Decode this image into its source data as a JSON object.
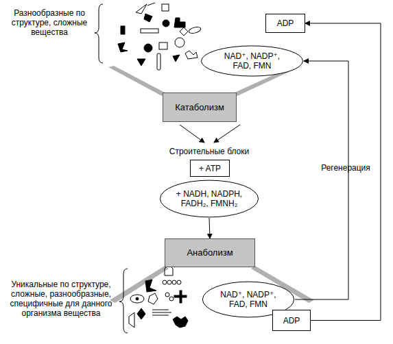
{
  "diagram": {
    "nodes": [
      {
        "text": [
          "ADP"
        ]
      },
      {
        "text": [
          "NAD⁺, NADP⁺, FAD, FMN"
        ]
      },
      {
        "text": [
          "Катаболизм"
        ]
      },
      {
        "text": [
          "+ ATP"
        ]
      },
      {
        "text": [
          "+ NADH, NADPH, FADH₂, FMNH₂"
        ]
      },
      {
        "text": [
          "Анаболизм"
        ]
      },
      {
        "text": [
          "NAD⁺, NADP⁺, FAD, FMN"
        ]
      },
      {
        "text": [
          "ADP"
        ]
      }
    ],
    "edges": [
      {
        "from": 4,
        "to": 5,
        "arrow": "to"
      },
      {
        "from": 6,
        "to": 1,
        "arrow": "to"
      },
      {
        "from": 7,
        "to": 0,
        "arrow": "to"
      }
    ],
    "labels": [
      "Разнообразные по структуре, сложные вещества",
      "Строительные блоки",
      "Регенерация",
      "Уникальные по структуре, сложные, разнообразные, специфичные для данного организма вещества"
    ]
  }
}
